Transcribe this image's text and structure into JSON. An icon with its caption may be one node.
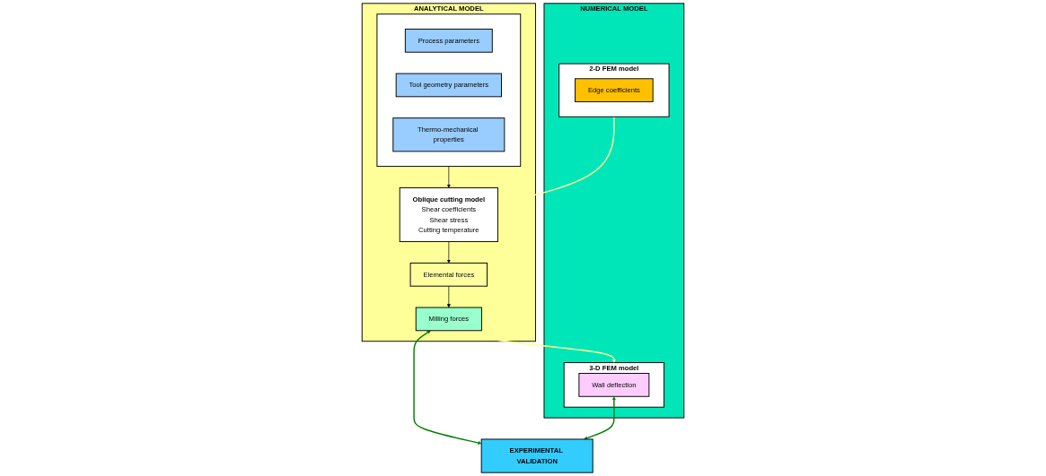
{
  "diagram": {
    "nodes": [
      {
        "text": [
          "ANALYTICAL  MODEL"
        ]
      },
      {
        "text": [],
        "shape": "box",
        "in": 0
      },
      {
        "text": [
          "Process parameters"
        ],
        "in": 1
      },
      {
        "text": [
          "Tool geometry parameters"
        ],
        "in": 1
      },
      {
        "text": [
          "Thermo-mechanical properties"
        ],
        "in": 1
      },
      {
        "text": [
          "Oblique cutting model",
          "Shear coefficients",
          "Shear stress",
          "Cutting temperature"
        ],
        "in": 0
      },
      {
        "text": [
          "Elemental forces"
        ],
        "in": 0
      },
      {
        "text": [
          "Milling forces"
        ],
        "in": 0
      },
      {
        "text": [
          "NUMERICAL MODEL"
        ]
      },
      {
        "text": [
          "2-D FEM model"
        ],
        "in": 8
      },
      {
        "text": [
          "Edge coefficients"
        ],
        "in": 9
      },
      {
        "text": [
          "3-D FEM model"
        ],
        "in": 8
      },
      {
        "text": [
          "Wall deflection"
        ],
        "in": 11
      },
      {
        "text": [
          "EXPERIMENTAL VALIDATION"
        ]
      }
    ],
    "edges": [
      {
        "from": 1,
        "to": 5,
        "arrow": "to"
      },
      {
        "from": 9,
        "to": 5,
        "arrow": "to",
        "color": "#ffff99"
      },
      {
        "from": 5,
        "to": 6,
        "arrow": "to"
      },
      {
        "from": 6,
        "to": 7,
        "arrow": "to"
      },
      {
        "from": 7,
        "to": 11,
        "arrow": "to",
        "color": "#ffff99"
      },
      {
        "from": 7,
        "to": 13,
        "arrow": "both",
        "color": "#008000"
      },
      {
        "from": 12,
        "to": 13,
        "arrow": "both",
        "color": "#008000"
      }
    ]
  }
}
